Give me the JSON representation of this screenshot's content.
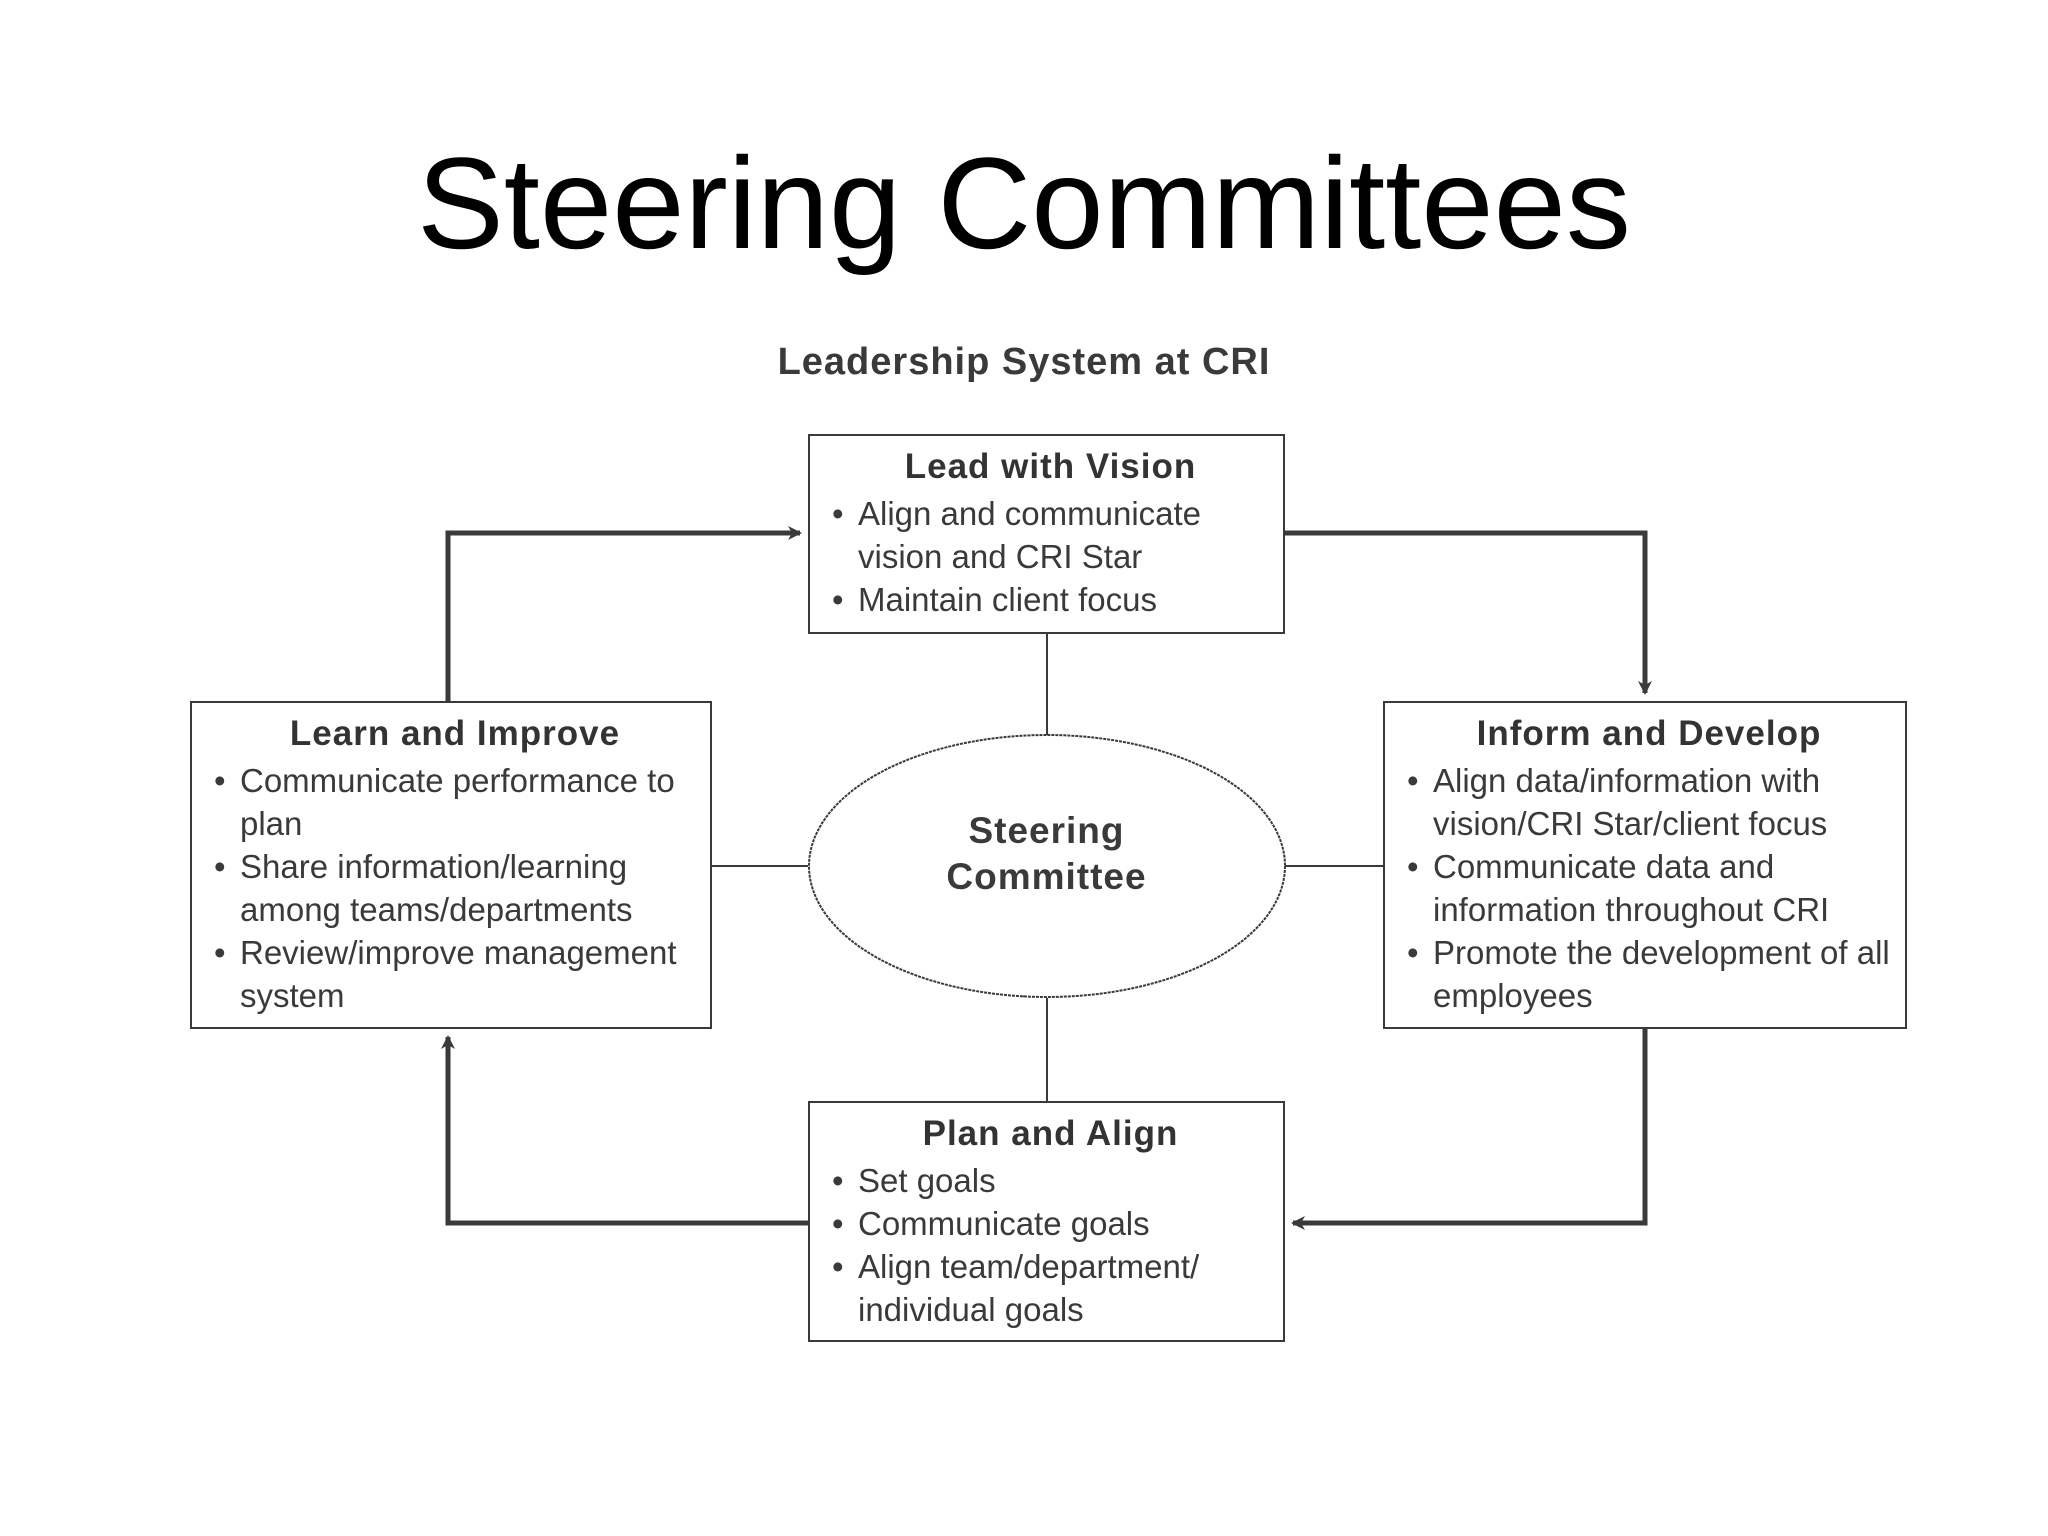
{
  "slide": {
    "title": "Steering Committees"
  },
  "diagram": {
    "heading": "Leadership System at CRI",
    "center": {
      "line1": "Steering",
      "line2": "Committee"
    },
    "boxes": {
      "lead": {
        "title": "Lead with Vision",
        "bullets": [
          "Align and communicate vision and CRI Star",
          "Maintain client focus"
        ]
      },
      "inform": {
        "title": "Inform and Develop",
        "bullets": [
          "Align data/information with vision/CRI Star/client focus",
          "Communicate data and information throughout CRI",
          "Promote the development of all employees"
        ]
      },
      "plan": {
        "title": "Plan and Align",
        "bullets": [
          "Set goals",
          "Communicate goals",
          "Align team/department/ individual goals"
        ]
      },
      "learn": {
        "title": "Learn and Improve",
        "bullets": [
          "Communicate performance to plan",
          "Share information/learning among teams/departments",
          "Review/improve management system"
        ]
      }
    }
  },
  "colors": {
    "line": "#3a3a3a",
    "text": "#3a3a3a",
    "background": "#ffffff"
  }
}
